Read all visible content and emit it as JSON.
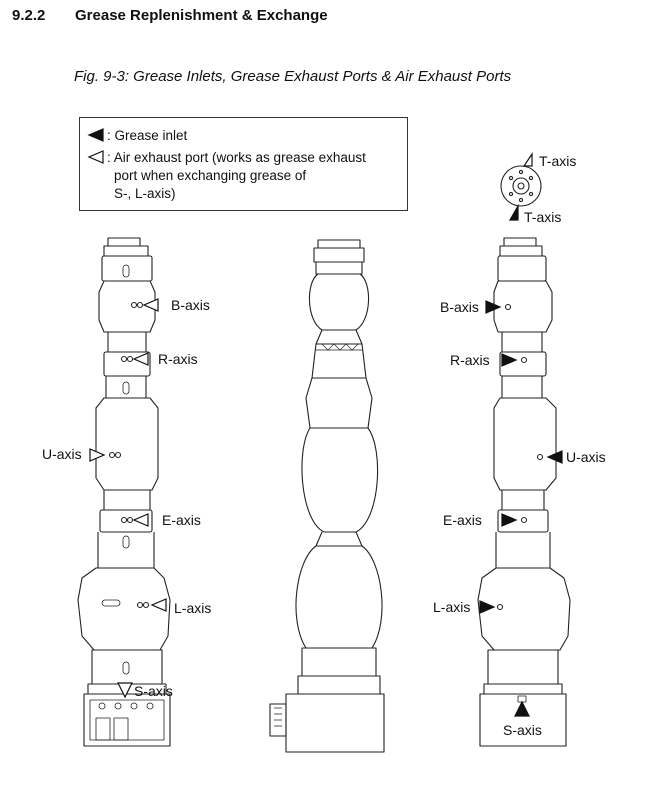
{
  "section": {
    "number": "9.2.2",
    "title": "Grease Replenishment & Exchange"
  },
  "figure_caption": "Fig. 9-3: Grease Inlets, Grease Exhaust Ports & Air Exhaust Ports",
  "legend": {
    "inlet_text": ": Grease inlet",
    "exhaust_line1": ": Air exhaust port (works as grease exhaust",
    "exhaust_line2": "port when exchanging grease of",
    "exhaust_line3": "S-, L-axis)"
  },
  "labels": {
    "t_top": "T-axis",
    "t_bottom": "T-axis",
    "left_b": "B-axis",
    "left_r": "R-axis",
    "left_u": "U-axis",
    "left_e": "E-axis",
    "left_l": "L-axis",
    "left_s": "S-axis",
    "right_b": "B-axis",
    "right_r": "R-axis",
    "right_u": "U-axis",
    "right_e": "E-axis",
    "right_l": "L-axis",
    "right_s": "S-axis"
  },
  "icons": {
    "inlet": "filled-triangle-icon",
    "exhaust": "outline-triangle-icon"
  }
}
